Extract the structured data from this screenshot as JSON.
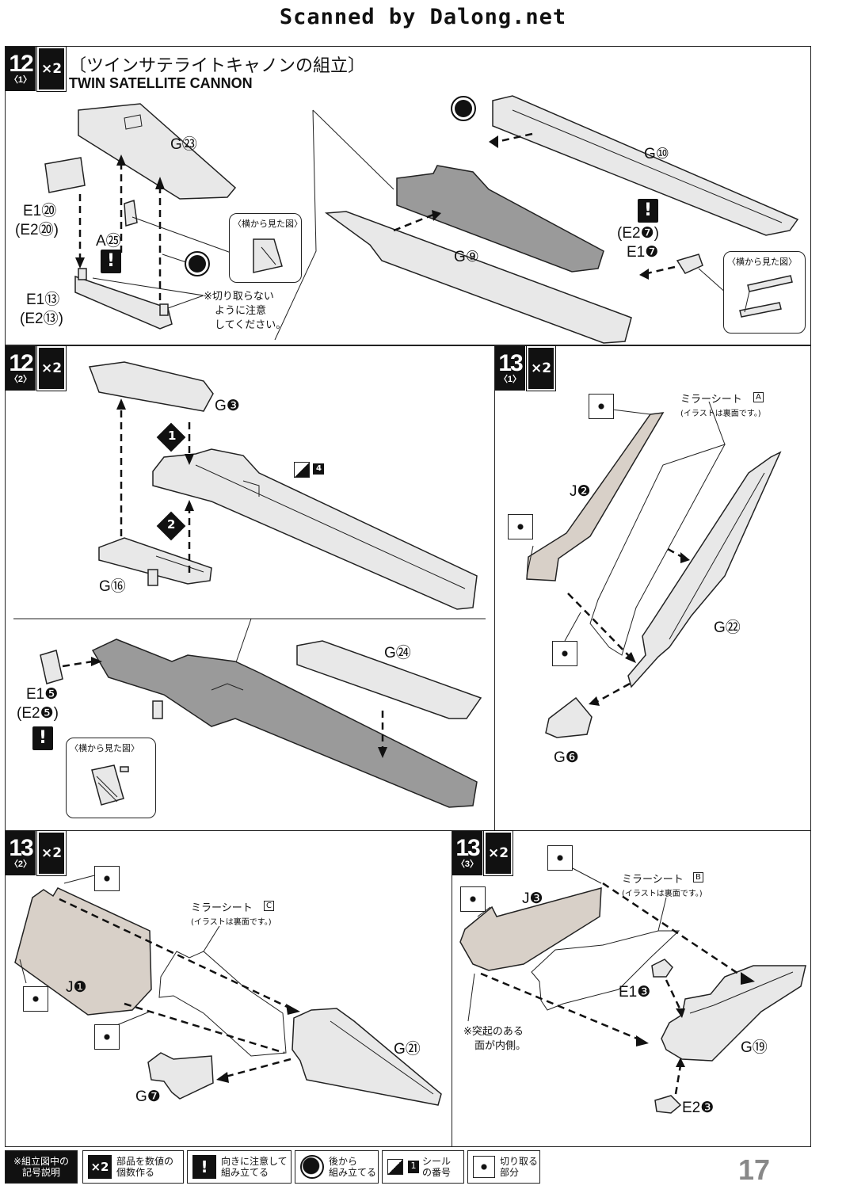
{
  "header": "Scanned by Dalong.net",
  "page_number": "17",
  "step12_1": {
    "number": "12",
    "sub": "〈1〉",
    "multiplier": "×2",
    "title_jp": "〔ツインサテライトキャノンの組立〕",
    "title_en": "TWIN SATELLITE CANNON",
    "labels": {
      "g23": "G㉓",
      "e1_20": "E1⑳",
      "e2_20": "(E2⑳)",
      "a25": "A㉕",
      "e1_13": "E1⑬",
      "e2_13": "(E2⑬)",
      "g10": "G⑩",
      "g9": "G⑨",
      "e2_7": "(E2❼)",
      "e1_7": "E1❼"
    },
    "side_view_1": "〈横から見た図〉",
    "side_view_2": "〈横から見た図〉",
    "note_line1": "※切り取らない",
    "note_line2": "ように注意",
    "note_line3": "してください。"
  },
  "step12_2": {
    "number": "12",
    "sub": "〈2〉",
    "multiplier": "×2",
    "labels": {
      "g3": "G❸",
      "g16": "G⑯",
      "seal4": "4",
      "e1_5": "E1❺",
      "e2_5": "(E2❺)",
      "g24": "G㉔"
    },
    "order1": "1",
    "order2": "2",
    "side_view": "〈横から見た図〉"
  },
  "step13_1": {
    "number": "13",
    "sub": "〈1〉",
    "multiplier": "×2",
    "mirror_title": "ミラーシート",
    "mirror_letter": "A",
    "mirror_note": "(イラストは裏面です。)",
    "labels": {
      "j2": "J❷",
      "g22": "G㉒",
      "g6": "G❻"
    }
  },
  "step13_2": {
    "number": "13",
    "sub": "〈2〉",
    "multiplier": "×2",
    "mirror_title": "ミラーシート",
    "mirror_letter": "C",
    "mirror_note": "(イラストは裏面です。)",
    "labels": {
      "j1": "J❶",
      "g21": "G㉑",
      "g7": "G❼"
    }
  },
  "step13_3": {
    "number": "13",
    "sub": "〈3〉",
    "multiplier": "×2",
    "mirror_title": "ミラーシート",
    "mirror_letter": "B",
    "mirror_note": "(イラストは裏面です。)",
    "labels": {
      "j3": "J❸",
      "e1_3": "E1❸",
      "g19": "G⑲",
      "e2_3": "E2❸"
    },
    "note_line1": "※突起のある",
    "note_line2": "面が内側。"
  },
  "legend": {
    "title_line1": "※組立図中の",
    "title_line2": "記号説明",
    "items": [
      {
        "icon": "×2",
        "line1": "部品を数値の",
        "line2": "個数作る"
      },
      {
        "icon": "!",
        "line1": "向きに注意して",
        "line2": "組み立てる"
      },
      {
        "icon": "circle-icon",
        "line1": "後から",
        "line2": "組み立てる"
      },
      {
        "icon": "1",
        "line1": "シール",
        "line2": "の番号"
      },
      {
        "icon": "nipper-icon",
        "line1": "切り取る",
        "line2": "部分"
      }
    ]
  }
}
